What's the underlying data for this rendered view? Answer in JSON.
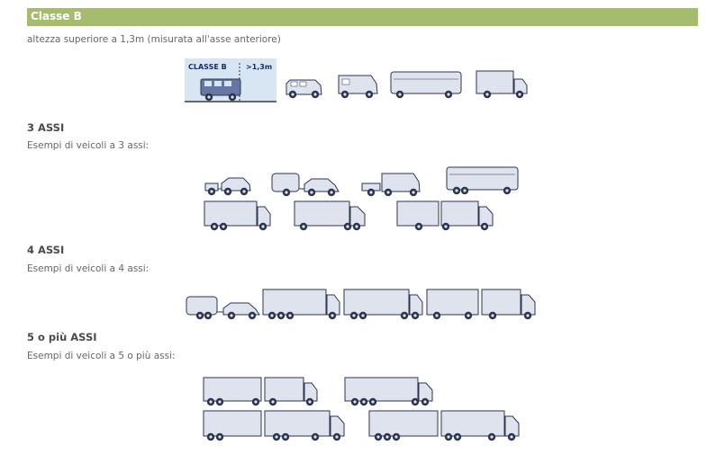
{
  "header": {
    "title": "Classe B"
  },
  "classB": {
    "description": "altezza superiore a 1,3m (misurata all'asse anteriore)",
    "badge_label": "CLASSE B",
    "height_label": ">1,3m"
  },
  "sections": [
    {
      "title": "3 ASSI",
      "subtitle": "Esempi di veicoli a 3 assi:"
    },
    {
      "title": "4 ASSI",
      "subtitle": "Esempi di veicoli a 4 assi:"
    },
    {
      "title": "5 o più ASSI",
      "subtitle": "Esempi di veicoli a 5 o più assi:"
    }
  ],
  "colors": {
    "header_bg": "#a5bc6e",
    "vehicle_fill": "#dfe3ee",
    "vehicle_stroke": "#2c3550",
    "wheel": "#2c3550",
    "jeep_fill": "#6677a3",
    "sky": "#d8e6f4"
  },
  "icons": [
    "jeep-icon",
    "van-icon",
    "camper-icon",
    "bus-icon",
    "truck-icon",
    "car-trailer-icon",
    "caravan-car-icon",
    "camper-trailer-icon",
    "articulated-truck-icon",
    "road-train-icon"
  ]
}
